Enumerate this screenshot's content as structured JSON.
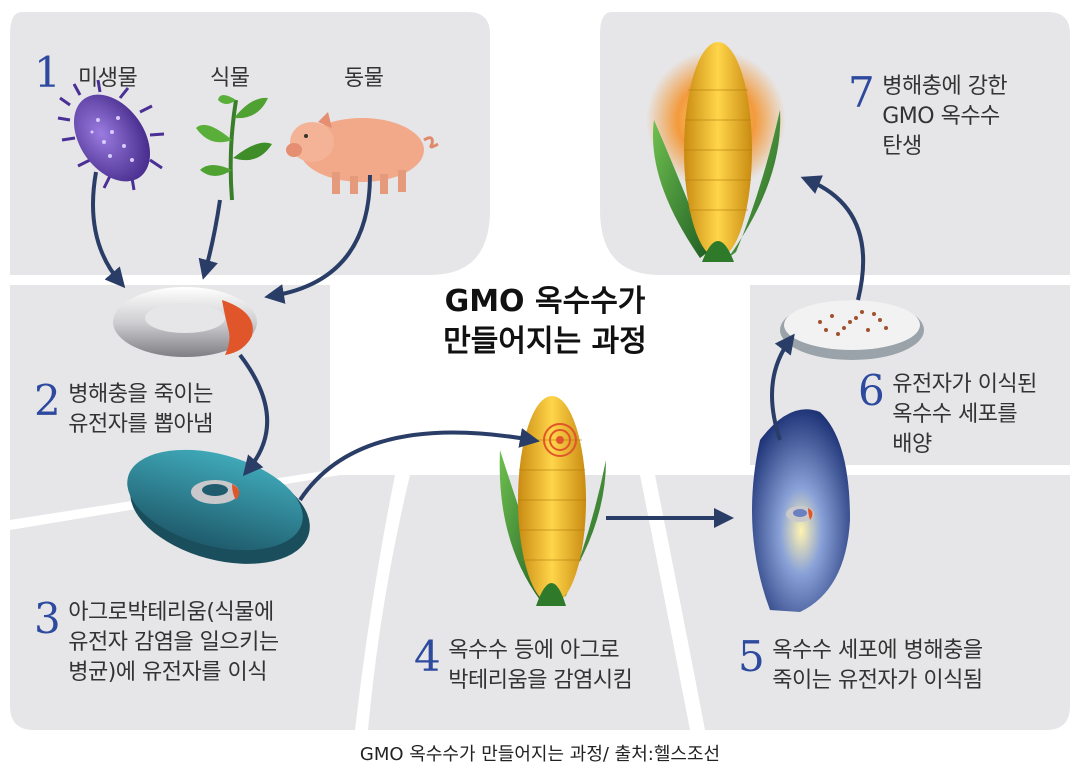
{
  "title": {
    "line1": "GMO 옥수수가",
    "line2": "만들어지는 과정"
  },
  "sources": {
    "microbe": "미생물",
    "plant": "식물",
    "animal": "동물"
  },
  "steps": [
    {
      "num": "1",
      "lines": []
    },
    {
      "num": "2",
      "lines": [
        "병해충을 죽이는",
        "유전자를 뽑아냄"
      ]
    },
    {
      "num": "3",
      "lines": [
        "아그로박테리움(식물에",
        "유전자 감염을 일으키는",
        "병균)에 유전자를 이식"
      ]
    },
    {
      "num": "4",
      "lines": [
        "옥수수 등에 아그로",
        "박테리움을 감염시킴"
      ]
    },
    {
      "num": "5",
      "lines": [
        "옥수수 세포에 병해충을",
        "죽이는 유전자가 이식됨"
      ]
    },
    {
      "num": "6",
      "lines": [
        "유전자가 이식된",
        "옥수수 세포를",
        "배양"
      ]
    },
    {
      "num": "7",
      "lines": [
        "병해충에 강한",
        "GMO 옥수수",
        "탄생"
      ]
    }
  ],
  "caption": "GMO 옥수수가 만들어지는 과정/ 출처:헬스조선",
  "colors": {
    "panel": "#e6e6e8",
    "arrow": "#2a3d66",
    "number": "#2d4a9e",
    "corn": "#e9b62c",
    "leaf": "#3d8a2f",
    "ring_accent": "#e0562a",
    "dish": "#2a7e8f"
  }
}
